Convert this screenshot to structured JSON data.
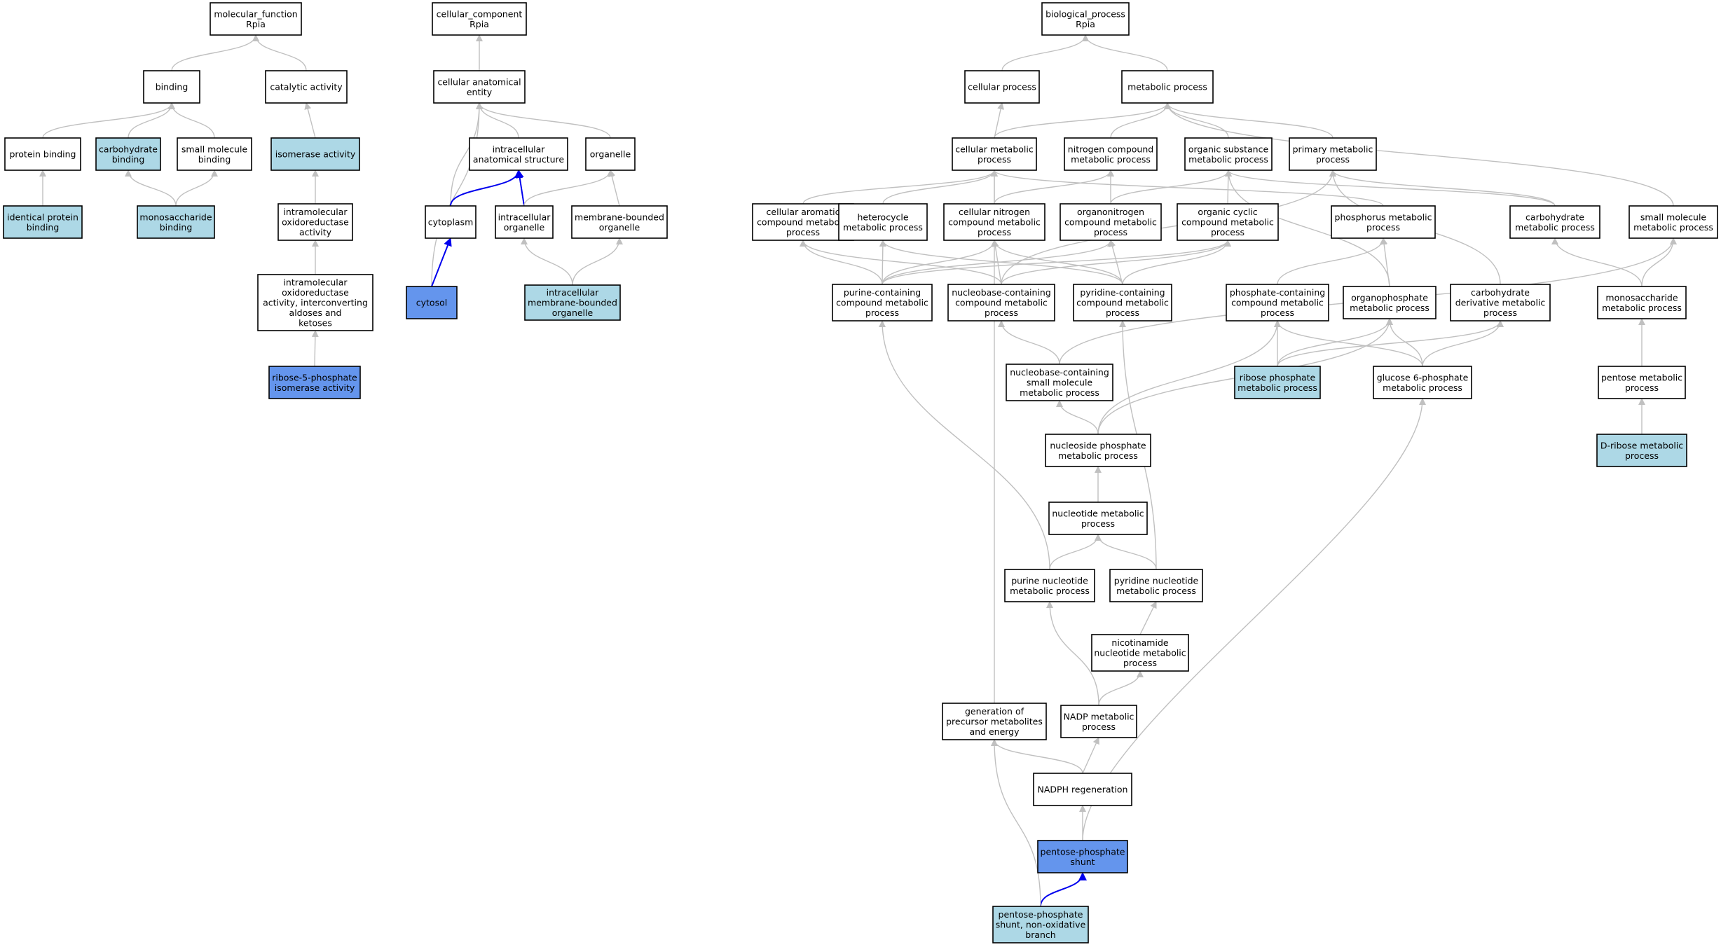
{
  "colors": {
    "plain": "#ffffff",
    "highlight": "#add8e6",
    "selected": "#6495ed",
    "edge_gray": "#c0c0c0",
    "edge_blue": "#0000ee",
    "border": "#000000"
  },
  "nodes": [
    {
      "id": "mf_root",
      "lines": [
        "molecular_function",
        "Rpia"
      ],
      "fill": "plain"
    },
    {
      "id": "mf_binding",
      "lines": [
        "binding"
      ],
      "fill": "plain"
    },
    {
      "id": "mf_catalytic",
      "lines": [
        "catalytic activity"
      ],
      "fill": "plain"
    },
    {
      "id": "mf_protein_binding",
      "lines": [
        "protein binding"
      ],
      "fill": "plain"
    },
    {
      "id": "mf_carb_binding",
      "lines": [
        "carbohydrate",
        "binding"
      ],
      "fill": "highlight"
    },
    {
      "id": "mf_small_mol_binding",
      "lines": [
        "small molecule",
        "binding"
      ],
      "fill": "plain"
    },
    {
      "id": "mf_isomerase",
      "lines": [
        "isomerase activity"
      ],
      "fill": "highlight"
    },
    {
      "id": "mf_identical_protein",
      "lines": [
        "identical protein",
        "binding"
      ],
      "fill": "highlight"
    },
    {
      "id": "mf_monosacch_binding",
      "lines": [
        "monosaccharide",
        "binding"
      ],
      "fill": "highlight"
    },
    {
      "id": "mf_intramol_oxido",
      "lines": [
        "intramolecular",
        "oxidoreductase",
        "activity"
      ],
      "fill": "plain"
    },
    {
      "id": "mf_intramol_aldoses",
      "lines": [
        "intramolecular",
        "oxidoreductase",
        "activity, interconverting",
        "aldoses and",
        "ketoses"
      ],
      "fill": "plain"
    },
    {
      "id": "mf_r5p_isomerase",
      "lines": [
        "ribose-5-phosphate",
        "isomerase activity"
      ],
      "fill": "selected"
    },
    {
      "id": "cc_root",
      "lines": [
        "cellular_component",
        "Rpia"
      ],
      "fill": "plain"
    },
    {
      "id": "cc_anat_entity",
      "lines": [
        "cellular anatomical",
        "entity"
      ],
      "fill": "plain"
    },
    {
      "id": "cc_intracell_struct",
      "lines": [
        "intracellular",
        "anatomical structure"
      ],
      "fill": "plain"
    },
    {
      "id": "cc_organelle",
      "lines": [
        "organelle"
      ],
      "fill": "plain"
    },
    {
      "id": "cc_cytoplasm",
      "lines": [
        "cytoplasm"
      ],
      "fill": "plain"
    },
    {
      "id": "cc_intracell_organelle",
      "lines": [
        "intracellular",
        "organelle"
      ],
      "fill": "plain"
    },
    {
      "id": "cc_membrane_organelle",
      "lines": [
        "membrane-bounded",
        "organelle"
      ],
      "fill": "plain"
    },
    {
      "id": "cc_cytosol",
      "lines": [
        "cytosol"
      ],
      "fill": "selected"
    },
    {
      "id": "cc_intracell_membrane_org",
      "lines": [
        "intracellular",
        "membrane-bounded",
        "organelle"
      ],
      "fill": "highlight"
    },
    {
      "id": "bp_root",
      "lines": [
        "biological_process",
        "Rpia"
      ],
      "fill": "plain"
    },
    {
      "id": "bp_cellular",
      "lines": [
        "cellular process"
      ],
      "fill": "plain"
    },
    {
      "id": "bp_metabolic",
      "lines": [
        "metabolic process"
      ],
      "fill": "plain"
    },
    {
      "id": "bp_cell_metab",
      "lines": [
        "cellular metabolic",
        "process"
      ],
      "fill": "plain"
    },
    {
      "id": "bp_nitrogen",
      "lines": [
        "nitrogen compound",
        "metabolic process"
      ],
      "fill": "plain"
    },
    {
      "id": "bp_org_substance",
      "lines": [
        "organic substance",
        "metabolic process"
      ],
      "fill": "plain"
    },
    {
      "id": "bp_primary",
      "lines": [
        "primary metabolic",
        "process"
      ],
      "fill": "plain"
    },
    {
      "id": "bp_cell_aromatic",
      "lines": [
        "cellular aromatic",
        "compound metabolic",
        "process"
      ],
      "fill": "plain"
    },
    {
      "id": "bp_heterocycle",
      "lines": [
        "heterocycle",
        "metabolic process"
      ],
      "fill": "plain"
    },
    {
      "id": "bp_cell_nitrogen",
      "lines": [
        "cellular nitrogen",
        "compound metabolic",
        "process"
      ],
      "fill": "plain"
    },
    {
      "id": "bp_organonitrogen",
      "lines": [
        "organonitrogen",
        "compound metabolic",
        "process"
      ],
      "fill": "plain"
    },
    {
      "id": "bp_org_cyclic",
      "lines": [
        "organic cyclic",
        "compound metabolic",
        "process"
      ],
      "fill": "plain"
    },
    {
      "id": "bp_phosphorus",
      "lines": [
        "phosphorus metabolic",
        "process"
      ],
      "fill": "plain"
    },
    {
      "id": "bp_carbohydrate",
      "lines": [
        "carbohydrate",
        "metabolic process"
      ],
      "fill": "plain"
    },
    {
      "id": "bp_small_molecule",
      "lines": [
        "small molecule",
        "metabolic process"
      ],
      "fill": "plain"
    },
    {
      "id": "bp_purine_containing",
      "lines": [
        "purine-containing",
        "compound metabolic",
        "process"
      ],
      "fill": "plain"
    },
    {
      "id": "bp_nucleobase_containing",
      "lines": [
        "nucleobase-containing",
        "compound metabolic",
        "process"
      ],
      "fill": "plain"
    },
    {
      "id": "bp_pyridine_containing",
      "lines": [
        "pyridine-containing",
        "compound metabolic",
        "process"
      ],
      "fill": "plain"
    },
    {
      "id": "bp_phosphate_containing",
      "lines": [
        "phosphate-containing",
        "compound metabolic",
        "process"
      ],
      "fill": "plain"
    },
    {
      "id": "bp_organophosphate",
      "lines": [
        "organophosphate",
        "metabolic process"
      ],
      "fill": "plain"
    },
    {
      "id": "bp_carb_derivative",
      "lines": [
        "carbohydrate",
        "derivative metabolic",
        "process"
      ],
      "fill": "plain"
    },
    {
      "id": "bp_monosaccharide",
      "lines": [
        "monosaccharide",
        "metabolic process"
      ],
      "fill": "plain"
    },
    {
      "id": "bp_nucleobase_small",
      "lines": [
        "nucleobase-containing",
        "small molecule",
        "metabolic process"
      ],
      "fill": "plain"
    },
    {
      "id": "bp_ribose_phosphate",
      "lines": [
        "ribose phosphate",
        "metabolic process"
      ],
      "fill": "highlight"
    },
    {
      "id": "bp_glucose6p",
      "lines": [
        "glucose 6-phosphate",
        "metabolic process"
      ],
      "fill": "plain"
    },
    {
      "id": "bp_pentose",
      "lines": [
        "pentose metabolic",
        "process"
      ],
      "fill": "plain"
    },
    {
      "id": "bp_nucleoside_phosphate",
      "lines": [
        "nucleoside phosphate",
        "metabolic process"
      ],
      "fill": "plain"
    },
    {
      "id": "bp_d_ribose",
      "lines": [
        "D-ribose metabolic",
        "process"
      ],
      "fill": "highlight"
    },
    {
      "id": "bp_nucleotide",
      "lines": [
        "nucleotide metabolic",
        "process"
      ],
      "fill": "plain"
    },
    {
      "id": "bp_purine_nucleotide",
      "lines": [
        "purine nucleotide",
        "metabolic process"
      ],
      "fill": "plain"
    },
    {
      "id": "bp_pyridine_nucleotide",
      "lines": [
        "pyridine nucleotide",
        "metabolic process"
      ],
      "fill": "plain"
    },
    {
      "id": "bp_nicotinamide",
      "lines": [
        "nicotinamide",
        "nucleotide metabolic",
        "process"
      ],
      "fill": "plain"
    },
    {
      "id": "bp_generation_precursor",
      "lines": [
        "generation of",
        "precursor metabolites",
        "and energy"
      ],
      "fill": "plain"
    },
    {
      "id": "bp_nadp_metabolic",
      "lines": [
        "NADP metabolic",
        "process"
      ],
      "fill": "plain"
    },
    {
      "id": "bp_nadph_regen",
      "lines": [
        "NADPH regeneration"
      ],
      "fill": "plain"
    },
    {
      "id": "bp_pentose_shunt",
      "lines": [
        "pentose-phosphate",
        "shunt"
      ],
      "fill": "selected"
    },
    {
      "id": "bp_pentose_shunt_nonox",
      "lines": [
        "pentose-phosphate",
        "shunt, non-oxidative",
        "branch"
      ],
      "fill": "highlight"
    }
  ],
  "edges": [
    {
      "from": "mf_binding",
      "to": "mf_root",
      "color": "gray"
    },
    {
      "from": "mf_catalytic",
      "to": "mf_root",
      "color": "gray"
    },
    {
      "from": "mf_protein_binding",
      "to": "mf_binding",
      "color": "gray"
    },
    {
      "from": "mf_carb_binding",
      "to": "mf_binding",
      "color": "gray"
    },
    {
      "from": "mf_small_mol_binding",
      "to": "mf_binding",
      "color": "gray"
    },
    {
      "from": "mf_isomerase",
      "to": "mf_catalytic",
      "color": "gray"
    },
    {
      "from": "mf_identical_protein",
      "to": "mf_protein_binding",
      "color": "gray"
    },
    {
      "from": "mf_monosacch_binding",
      "to": "mf_carb_binding",
      "color": "gray"
    },
    {
      "from": "mf_monosacch_binding",
      "to": "mf_small_mol_binding",
      "color": "gray"
    },
    {
      "from": "mf_intramol_oxido",
      "to": "mf_isomerase",
      "color": "gray"
    },
    {
      "from": "mf_intramol_aldoses",
      "to": "mf_intramol_oxido",
      "color": "gray"
    },
    {
      "from": "mf_r5p_isomerase",
      "to": "mf_intramol_aldoses",
      "color": "gray"
    },
    {
      "from": "cc_anat_entity",
      "to": "cc_root",
      "color": "gray"
    },
    {
      "from": "cc_intracell_struct",
      "to": "cc_anat_entity",
      "color": "gray"
    },
    {
      "from": "cc_organelle",
      "to": "cc_anat_entity",
      "color": "gray"
    },
    {
      "from": "cc_cytoplasm",
      "to": "cc_anat_entity",
      "color": "gray"
    },
    {
      "from": "cc_cytosol",
      "to": "cc_anat_entity",
      "color": "gray"
    },
    {
      "from": "cc_cytoplasm",
      "to": "cc_intracell_struct",
      "color": "blue"
    },
    {
      "from": "cc_intracell_organelle",
      "to": "cc_intracell_struct",
      "color": "blue"
    },
    {
      "from": "cc_intracell_organelle",
      "to": "cc_organelle",
      "color": "gray"
    },
    {
      "from": "cc_membrane_organelle",
      "to": "cc_organelle",
      "color": "gray"
    },
    {
      "from": "cc_cytosol",
      "to": "cc_cytoplasm",
      "color": "blue"
    },
    {
      "from": "cc_intracell_membrane_org",
      "to": "cc_intracell_organelle",
      "color": "gray"
    },
    {
      "from": "cc_intracell_membrane_org",
      "to": "cc_membrane_organelle",
      "color": "gray"
    },
    {
      "from": "bp_cellular",
      "to": "bp_root",
      "color": "gray"
    },
    {
      "from": "bp_metabolic",
      "to": "bp_root",
      "color": "gray"
    },
    {
      "from": "bp_cell_metab",
      "to": "bp_cellular",
      "color": "gray"
    },
    {
      "from": "bp_cell_metab",
      "to": "bp_metabolic",
      "color": "gray"
    },
    {
      "from": "bp_nitrogen",
      "to": "bp_metabolic",
      "color": "gray"
    },
    {
      "from": "bp_org_substance",
      "to": "bp_metabolic",
      "color": "gray"
    },
    {
      "from": "bp_primary",
      "to": "bp_metabolic",
      "color": "gray"
    },
    {
      "from": "bp_small_molecule",
      "to": "bp_metabolic",
      "color": "gray"
    },
    {
      "from": "bp_cell_aromatic",
      "to": "bp_cell_metab",
      "color": "gray"
    },
    {
      "from": "bp_heterocycle",
      "to": "bp_cell_metab",
      "color": "gray"
    },
    {
      "from": "bp_cell_nitrogen",
      "to": "bp_cell_metab",
      "color": "gray"
    },
    {
      "from": "bp_phosphorus",
      "to": "bp_cell_metab",
      "color": "gray"
    },
    {
      "from": "bp_generation_precursor",
      "to": "bp_cell_metab",
      "color": "gray"
    },
    {
      "from": "bp_cell_nitrogen",
      "to": "bp_nitrogen",
      "color": "gray"
    },
    {
      "from": "bp_organonitrogen",
      "to": "bp_nitrogen",
      "color": "gray"
    },
    {
      "from": "bp_organonitrogen",
      "to": "bp_org_substance",
      "color": "gray"
    },
    {
      "from": "bp_org_cyclic",
      "to": "bp_org_substance",
      "color": "gray"
    },
    {
      "from": "bp_carbohydrate",
      "to": "bp_org_substance",
      "color": "gray"
    },
    {
      "from": "bp_organophosphate",
      "to": "bp_org_substance",
      "color": "gray"
    },
    {
      "from": "bp_carbohydrate",
      "to": "bp_primary",
      "color": "gray"
    },
    {
      "from": "bp_nucleobase_containing",
      "to": "bp_primary",
      "color": "gray"
    },
    {
      "from": "bp_carb_derivative",
      "to": "bp_primary",
      "color": "gray"
    },
    {
      "from": "bp_purine_containing",
      "to": "bp_cell_aromatic",
      "color": "gray"
    },
    {
      "from": "bp_nucleobase_containing",
      "to": "bp_cell_aromatic",
      "color": "gray"
    },
    {
      "from": "bp_purine_containing",
      "to": "bp_heterocycle",
      "color": "gray"
    },
    {
      "from": "bp_pyridine_containing",
      "to": "bp_heterocycle",
      "color": "gray"
    },
    {
      "from": "bp_purine_containing",
      "to": "bp_cell_nitrogen",
      "color": "gray"
    },
    {
      "from": "bp_nucleobase_containing",
      "to": "bp_cell_nitrogen",
      "color": "gray"
    },
    {
      "from": "bp_pyridine_containing",
      "to": "bp_cell_nitrogen",
      "color": "gray"
    },
    {
      "from": "bp_purine_containing",
      "to": "bp_organonitrogen",
      "color": "gray"
    },
    {
      "from": "bp_pyridine_containing",
      "to": "bp_organonitrogen",
      "color": "gray"
    },
    {
      "from": "bp_purine_containing",
      "to": "bp_org_cyclic",
      "color": "gray"
    },
    {
      "from": "bp_nucleobase_containing",
      "to": "bp_org_cyclic",
      "color": "gray"
    },
    {
      "from": "bp_pyridine_containing",
      "to": "bp_org_cyclic",
      "color": "gray"
    },
    {
      "from": "bp_phosphate_containing",
      "to": "bp_phosphorus",
      "color": "gray"
    },
    {
      "from": "bp_organophosphate",
      "to": "bp_phosphorus",
      "color": "gray"
    },
    {
      "from": "bp_monosaccharide",
      "to": "bp_carbohydrate",
      "color": "gray"
    },
    {
      "from": "bp_monosaccharide",
      "to": "bp_small_molecule",
      "color": "gray"
    },
    {
      "from": "bp_nucleobase_small",
      "to": "bp_small_molecule",
      "color": "gray"
    },
    {
      "from": "bp_nucleobase_small",
      "to": "bp_nucleobase_containing",
      "color": "gray"
    },
    {
      "from": "bp_ribose_phosphate",
      "to": "bp_phosphate_containing",
      "color": "gray"
    },
    {
      "from": "bp_ribose_phosphate",
      "to": "bp_organophosphate",
      "color": "gray"
    },
    {
      "from": "bp_ribose_phosphate",
      "to": "bp_carb_derivative",
      "color": "gray"
    },
    {
      "from": "bp_glucose6p",
      "to": "bp_phosphate_containing",
      "color": "gray"
    },
    {
      "from": "bp_glucose6p",
      "to": "bp_organophosphate",
      "color": "gray"
    },
    {
      "from": "bp_glucose6p",
      "to": "bp_carb_derivative",
      "color": "gray"
    },
    {
      "from": "bp_pentose",
      "to": "bp_monosaccharide",
      "color": "gray"
    },
    {
      "from": "bp_nucleoside_phosphate",
      "to": "bp_nucleobase_small",
      "color": "gray"
    },
    {
      "from": "bp_nucleoside_phosphate",
      "to": "bp_phosphate_containing",
      "color": "gray"
    },
    {
      "from": "bp_nucleoside_phosphate",
      "to": "bp_organophosphate",
      "color": "gray"
    },
    {
      "from": "bp_d_ribose",
      "to": "bp_pentose",
      "color": "gray"
    },
    {
      "from": "bp_nucleotide",
      "to": "bp_nucleoside_phosphate",
      "color": "gray"
    },
    {
      "from": "bp_purine_nucleotide",
      "to": "bp_nucleotide",
      "color": "gray"
    },
    {
      "from": "bp_purine_nucleotide",
      "to": "bp_purine_containing",
      "color": "gray"
    },
    {
      "from": "bp_pyridine_nucleotide",
      "to": "bp_nucleotide",
      "color": "gray"
    },
    {
      "from": "bp_pyridine_nucleotide",
      "to": "bp_pyridine_containing",
      "color": "gray"
    },
    {
      "from": "bp_nicotinamide",
      "to": "bp_pyridine_nucleotide",
      "color": "gray"
    },
    {
      "from": "bp_nadp_metabolic",
      "to": "bp_nicotinamide",
      "color": "gray"
    },
    {
      "from": "bp_nadp_metabolic",
      "to": "bp_purine_nucleotide",
      "color": "gray"
    },
    {
      "from": "bp_nadph_regen",
      "to": "bp_nadp_metabolic",
      "color": "gray"
    },
    {
      "from": "bp_nadph_regen",
      "to": "bp_generation_precursor",
      "color": "gray"
    },
    {
      "from": "bp_pentose_shunt",
      "to": "bp_nadph_regen",
      "color": "gray"
    },
    {
      "from": "bp_pentose_shunt",
      "to": "bp_glucose6p",
      "color": "gray"
    },
    {
      "from": "bp_pentose_shunt_nonox",
      "to": "bp_pentose_shunt",
      "color": "blue"
    },
    {
      "from": "bp_pentose_shunt_nonox",
      "to": "bp_generation_precursor",
      "color": "gray"
    }
  ]
}
